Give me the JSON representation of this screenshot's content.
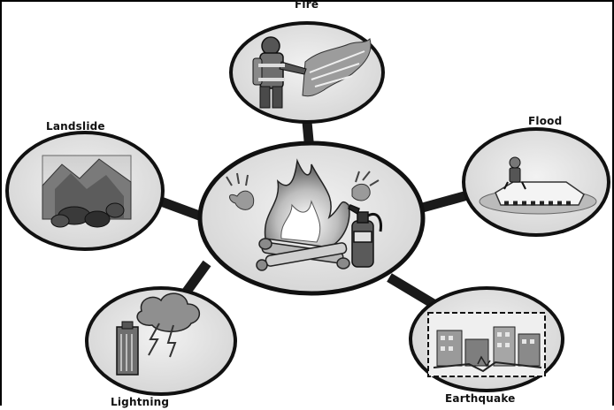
{
  "diagram": {
    "center": {
      "name": "fire-emergency",
      "icon": "campfire-extinguisher-icon"
    },
    "nodes": [
      {
        "id": "fire",
        "label": "Fire",
        "icon": "firefighter-icon"
      },
      {
        "id": "flood",
        "label": "Flood",
        "icon": "flooded-car-icon"
      },
      {
        "id": "earthquake",
        "label": "Earthquake",
        "icon": "collapsed-buildings-icon"
      },
      {
        "id": "lightning",
        "label": "Lightning",
        "icon": "storm-cloud-building-icon"
      },
      {
        "id": "landslide",
        "label": "Landslide",
        "icon": "mountain-rocks-icon"
      }
    ],
    "colors": {
      "ring": "#111111",
      "circle_fill": "#e4e4e4",
      "connector": "#1a1a1a",
      "frame": "#000000"
    }
  }
}
